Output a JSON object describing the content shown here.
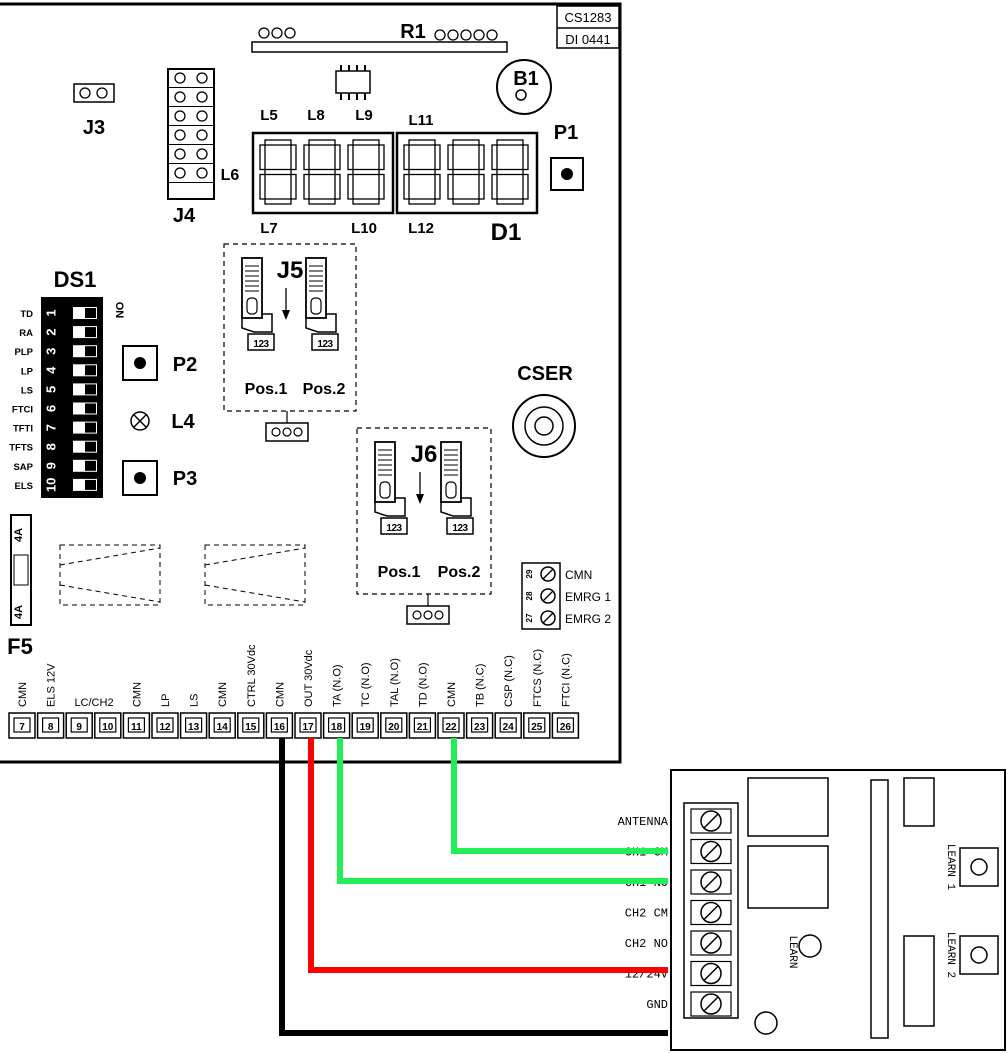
{
  "board": {
    "codes": [
      "CS1283",
      "DI 0441"
    ],
    "components": {
      "r1": "R1",
      "b1": "B1",
      "j3": "J3",
      "j4": "J4",
      "l6": "L6",
      "l5": "L5",
      "l8": "L8",
      "l9": "L9",
      "l11": "L11",
      "l7": "L7",
      "l10": "L10",
      "l12": "L12",
      "d1": "D1",
      "p1": "P1",
      "ds1": "DS1",
      "on": "ON",
      "p2": "P2",
      "l4": "L4",
      "p3": "P3",
      "j5": "J5",
      "j6": "J6",
      "cser": "CSER",
      "f5": "F5",
      "pos1": "Pos.1",
      "pos2": "Pos.2",
      "fuse": "4A",
      "jumper_pins": "123"
    },
    "dip_switches": [
      {
        "num": "1",
        "label": "TD"
      },
      {
        "num": "2",
        "label": "RA"
      },
      {
        "num": "3",
        "label": "PLP"
      },
      {
        "num": "4",
        "label": "LP"
      },
      {
        "num": "5",
        "label": "LS"
      },
      {
        "num": "6",
        "label": "FTCI"
      },
      {
        "num": "7",
        "label": "TFTI"
      },
      {
        "num": "8",
        "label": "TFTS"
      },
      {
        "num": "9",
        "label": "SAP"
      },
      {
        "num": "10",
        "label": "ELS"
      }
    ],
    "emergency_terminals": [
      {
        "num": "29",
        "label": "CMN"
      },
      {
        "num": "28",
        "label": "EMRG 1"
      },
      {
        "num": "27",
        "label": "EMRG 2"
      }
    ],
    "terminals": [
      {
        "num": "7",
        "label": "CMN"
      },
      {
        "num": "8",
        "label": "ELS 12V"
      },
      {
        "num": "9",
        "label": ""
      },
      {
        "num": "10",
        "label": ""
      },
      {
        "num": "11",
        "label": "CMN"
      },
      {
        "num": "12",
        "label": "LP"
      },
      {
        "num": "13",
        "label": "LS"
      },
      {
        "num": "14",
        "label": "CMN"
      },
      {
        "num": "15",
        "label": "CTRL 30Vdc"
      },
      {
        "num": "16",
        "label": "CMN"
      },
      {
        "num": "17",
        "label": "OUT 30Vdc"
      },
      {
        "num": "18",
        "label": "TA (N.O)"
      },
      {
        "num": "19",
        "label": "TC (N.O)"
      },
      {
        "num": "20",
        "label": "TAL (N.O)"
      },
      {
        "num": "21",
        "label": "TD (N.O)"
      },
      {
        "num": "22",
        "label": "CMN"
      },
      {
        "num": "23",
        "label": "TB (N.C)"
      },
      {
        "num": "24",
        "label": "CSP (N.C)"
      },
      {
        "num": "25",
        "label": "FTCS (N.C)"
      },
      {
        "num": "26",
        "label": "FTCI (N.C)"
      }
    ],
    "lc_ch2": "LC/CH2"
  },
  "receiver": {
    "terminals": [
      "ANTENNA",
      "CH1 CM",
      "CH1 NO",
      "CH2 CM",
      "CH2 NO",
      "12/24V",
      "GND"
    ],
    "learn": "LEARN",
    "learn1": "LEARN 1",
    "learn2": "LEARN 2"
  },
  "wires": [
    {
      "from": "CMN",
      "to": "GND",
      "color": "#000000"
    },
    {
      "from": "OUT 30Vdc",
      "to": "12/24V",
      "color": "#ff0000"
    },
    {
      "from": "TA (N.O)",
      "to": "CH1 NO",
      "color": "#22ee55"
    },
    {
      "from": "CMN",
      "to": "CH1 CM",
      "color": "#22ee55"
    }
  ]
}
